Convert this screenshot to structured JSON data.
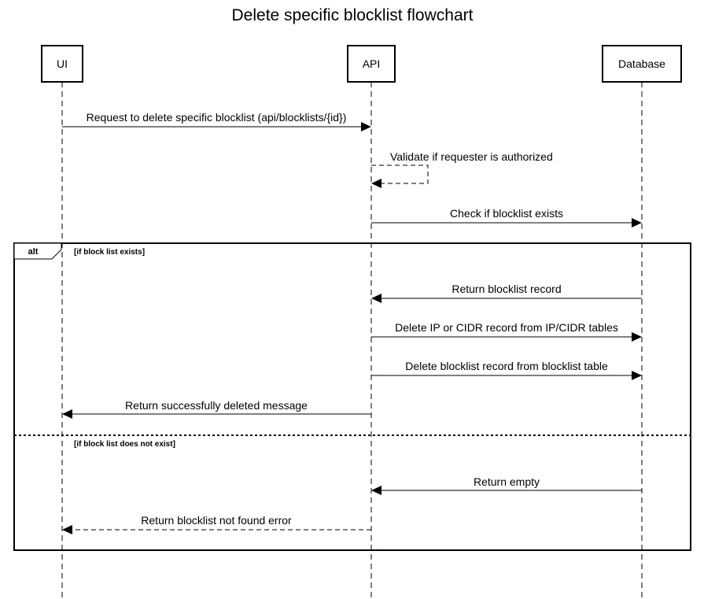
{
  "diagram": {
    "title": "Delete specific blocklist flowchart",
    "participants": [
      {
        "id": "ui",
        "label": "UI"
      },
      {
        "id": "api",
        "label": "API"
      },
      {
        "id": "db",
        "label": "Database"
      }
    ],
    "messages": [
      {
        "from": "ui",
        "to": "api",
        "label": "Request to delete specific blocklist (api/blocklists/{id})",
        "style": "solid"
      },
      {
        "from": "api",
        "to": "api",
        "label": "Validate if requester is authorized",
        "style": "dashed"
      },
      {
        "from": "api",
        "to": "db",
        "label": "Check if blocklist exists",
        "style": "solid"
      },
      {
        "from": "db",
        "to": "api",
        "label": "Return blocklist record",
        "style": "solid"
      },
      {
        "from": "api",
        "to": "db",
        "label": "Delete IP or CIDR record from IP/CIDR tables",
        "style": "solid"
      },
      {
        "from": "api",
        "to": "db",
        "label": "Delete blocklist record from blocklist table",
        "style": "solid"
      },
      {
        "from": "api",
        "to": "ui",
        "label": "Return successfully deleted message",
        "style": "solid"
      },
      {
        "from": "db",
        "to": "api",
        "label": "Return empty",
        "style": "solid"
      },
      {
        "from": "api",
        "to": "ui",
        "label": "Return blocklist not found error",
        "style": "dashed"
      }
    ],
    "fragment": {
      "keyword": "alt",
      "guards": [
        "[if block list exists]",
        "[if block list does not exist]"
      ]
    }
  }
}
